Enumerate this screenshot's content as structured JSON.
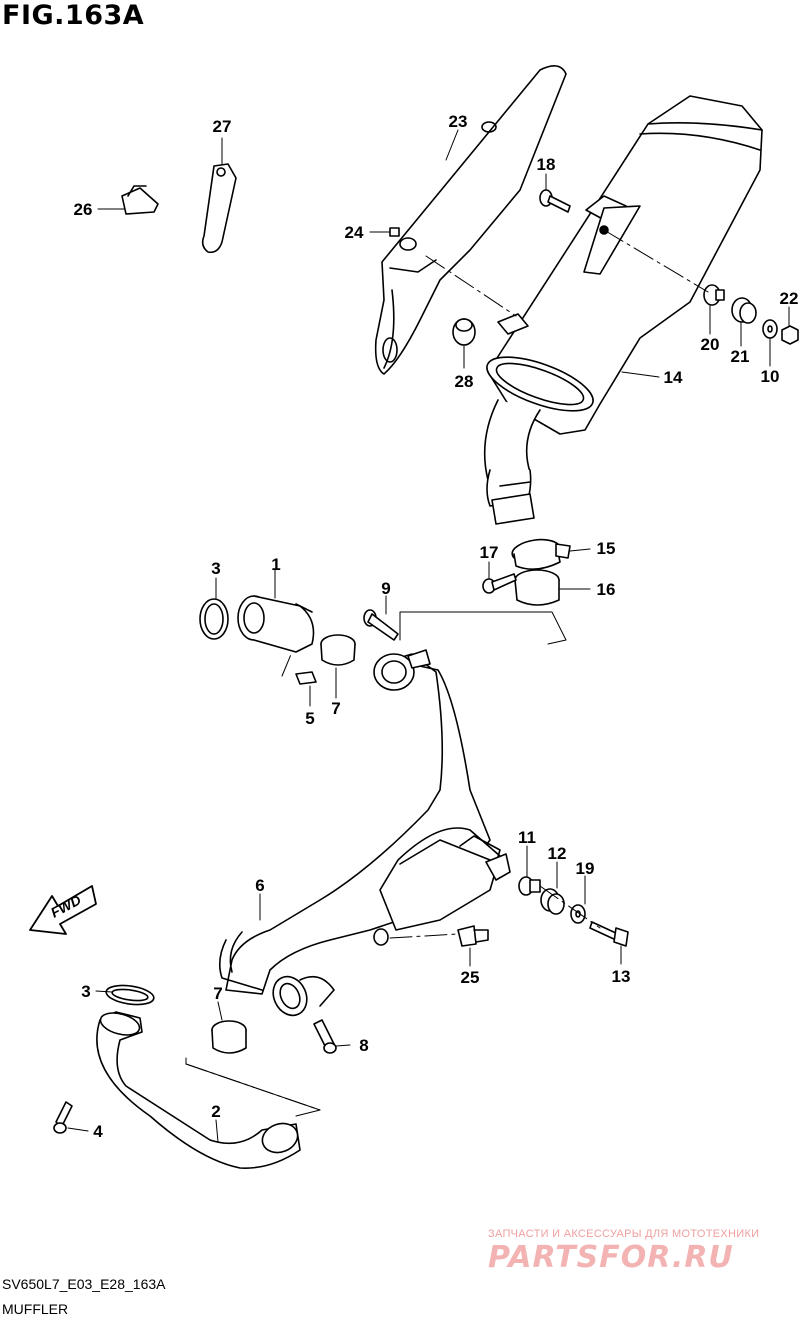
{
  "figure": {
    "title": "FIG.163A",
    "code": "SV650L7_E03_E28_163A",
    "caption": "MUFFLER",
    "fwd_label": "FWD"
  },
  "watermark": {
    "tagline": "ЗАПЧАСТИ И АКСЕССУАРЫ ДЛЯ МОТОТЕХНИКИ",
    "logo": "PARTSFOR.RU",
    "color": "#f0a0a0"
  },
  "callouts": [
    {
      "id": "c1",
      "label": "1"
    },
    {
      "id": "c2",
      "label": "2"
    },
    {
      "id": "c3a",
      "label": "3"
    },
    {
      "id": "c3b",
      "label": "3"
    },
    {
      "id": "c4",
      "label": "4"
    },
    {
      "id": "c5",
      "label": "5"
    },
    {
      "id": "c6",
      "label": "6"
    },
    {
      "id": "c7a",
      "label": "7"
    },
    {
      "id": "c7b",
      "label": "7"
    },
    {
      "id": "c8",
      "label": "8"
    },
    {
      "id": "c9",
      "label": "9"
    },
    {
      "id": "c10",
      "label": "10"
    },
    {
      "id": "c11",
      "label": "11"
    },
    {
      "id": "c12",
      "label": "12"
    },
    {
      "id": "c13",
      "label": "13"
    },
    {
      "id": "c14",
      "label": "14"
    },
    {
      "id": "c15",
      "label": "15"
    },
    {
      "id": "c16",
      "label": "16"
    },
    {
      "id": "c17",
      "label": "17"
    },
    {
      "id": "c18",
      "label": "18"
    },
    {
      "id": "c19",
      "label": "19"
    },
    {
      "id": "c20",
      "label": "20"
    },
    {
      "id": "c21",
      "label": "21"
    },
    {
      "id": "c22",
      "label": "22"
    },
    {
      "id": "c23",
      "label": "23"
    },
    {
      "id": "c24",
      "label": "24"
    },
    {
      "id": "c25",
      "label": "25"
    },
    {
      "id": "c26",
      "label": "26"
    },
    {
      "id": "c27",
      "label": "27"
    },
    {
      "id": "c28",
      "label": "28"
    }
  ]
}
